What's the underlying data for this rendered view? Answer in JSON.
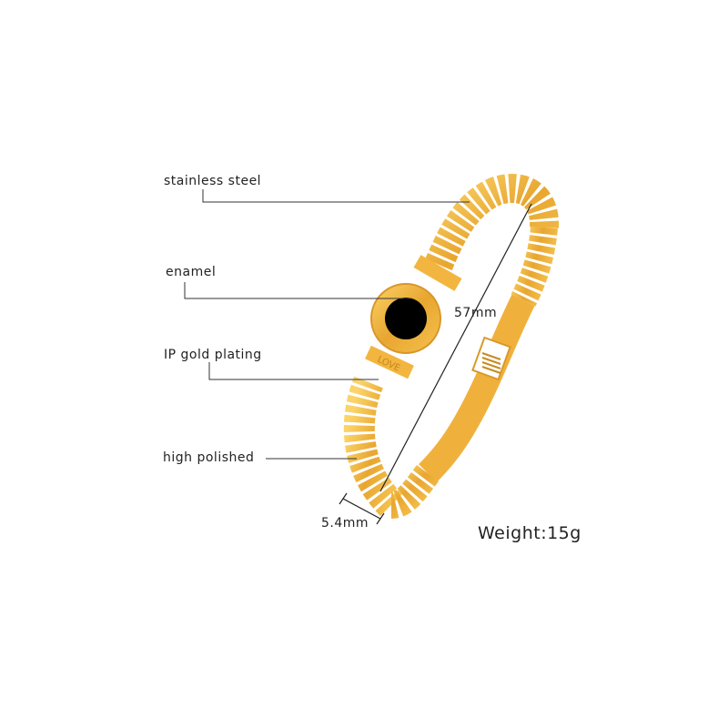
{
  "callouts": {
    "stainless_steel": "stainless steel",
    "enamel": "enamel",
    "ip_gold_plating": "IP gold plating",
    "high_polished": "high polished"
  },
  "dimensions": {
    "diameter": "57mm",
    "width": "5.4mm"
  },
  "weight": "Weight:15g",
  "engraving": "LOVE",
  "colors": {
    "gold": "#e8a630",
    "gold_light": "#fbd469",
    "enamel": "#000000",
    "line": "#333333"
  }
}
